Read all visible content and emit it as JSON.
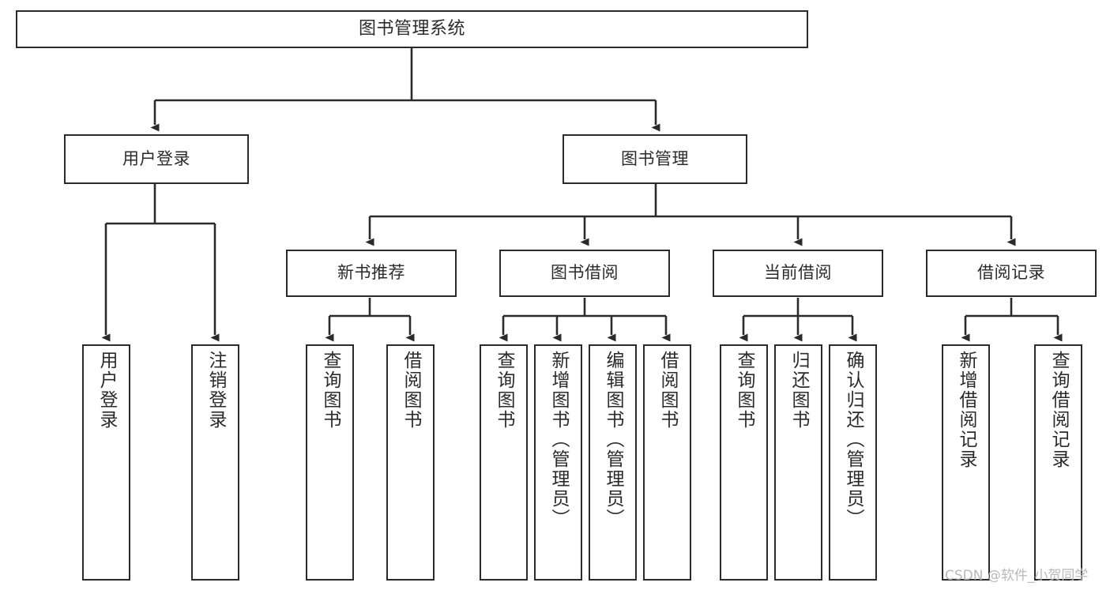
{
  "diagram": {
    "title": "图书管理系统",
    "type": "tree-hierarchy",
    "root": {
      "label": "图书管理系统"
    },
    "level1": [
      {
        "label": "用户登录"
      },
      {
        "label": "图书管理"
      }
    ],
    "level2": [
      {
        "label": "新书推荐"
      },
      {
        "label": "图书借阅"
      },
      {
        "label": "当前借阅"
      },
      {
        "label": "借阅记录"
      }
    ],
    "leaves": {
      "user_login": [
        {
          "label": "用户登录"
        },
        {
          "label": "注销登录"
        }
      ],
      "new_book_recommend": [
        {
          "label": "查询图书"
        },
        {
          "label": "借阅图书"
        }
      ],
      "book_borrow": [
        {
          "label": "查询图书"
        },
        {
          "label": "新增图书（管理员）"
        },
        {
          "label": "编辑图书（管理员）"
        },
        {
          "label": "借阅图书"
        }
      ],
      "current_borrow": [
        {
          "label": "查询图书"
        },
        {
          "label": "归还图书"
        },
        {
          "label": "确认归还（管理员）"
        }
      ],
      "borrow_record": [
        {
          "label": "新增借阅记录"
        },
        {
          "label": "查询借阅记录"
        }
      ]
    }
  },
  "watermark": {
    "text": "CSDN @软件_小贺同学"
  },
  "colors": {
    "stroke": "#2b2b2b",
    "background": "#ffffff",
    "text": "#2b2b2b",
    "watermark": "#b9b9b9"
  }
}
